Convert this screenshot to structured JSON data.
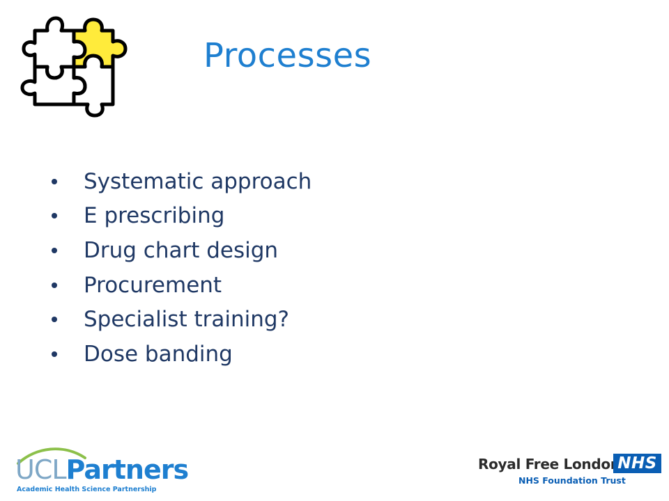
{
  "slide": {
    "title": "Processes",
    "bullets": [
      "Systematic approach",
      "E prescribing",
      "Drug chart design",
      "Procurement",
      "Specialist training?",
      "Dose banding"
    ]
  },
  "logos": {
    "ucl_partners": {
      "ucl": "UCL",
      "partners": "Partners",
      "subtitle": "Academic Health Science Partnership"
    },
    "royal_free": {
      "name": "Royal Free London",
      "badge": "NHS",
      "subtitle": "NHS Foundation Trust"
    }
  },
  "colors": {
    "title": "#1e7fd0",
    "bullet_text": "#1f3864",
    "puzzle_highlight": "#ffeb3b",
    "nhs_blue": "#0a5eb4"
  },
  "icons": [
    "puzzle-pieces-icon"
  ]
}
